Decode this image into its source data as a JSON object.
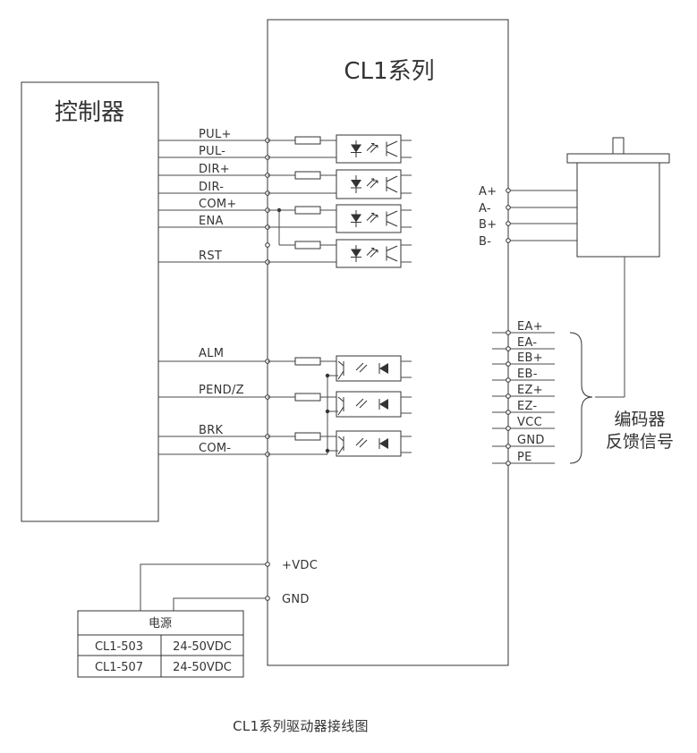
{
  "driver_title": "CL1系列",
  "controller_title": "控制器",
  "inputs": [
    "PUL+",
    "PUL-",
    "DIR+",
    "DIR-",
    "COM+",
    "ENA",
    "RST"
  ],
  "outputs": [
    "ALM",
    "PEND/Z",
    "BRK",
    "COM-"
  ],
  "motor_pins": [
    "A+",
    "A-",
    "B+",
    "B-"
  ],
  "encoder_pins": [
    "EA+",
    "EA-",
    "EB+",
    "EB-",
    "EZ+",
    "EZ-",
    "VCC",
    "GND",
    "PE"
  ],
  "encoder_label_line1": "编码器",
  "encoder_label_line2": "反馈信号",
  "power_pins": [
    "+VDC",
    "GND"
  ],
  "power_table": {
    "header": "电源",
    "rows": [
      [
        "CL1-503",
        "24-50VDC"
      ],
      [
        "CL1-507",
        "24-50VDC"
      ]
    ]
  },
  "caption": "CL1系列驱动器接线图"
}
